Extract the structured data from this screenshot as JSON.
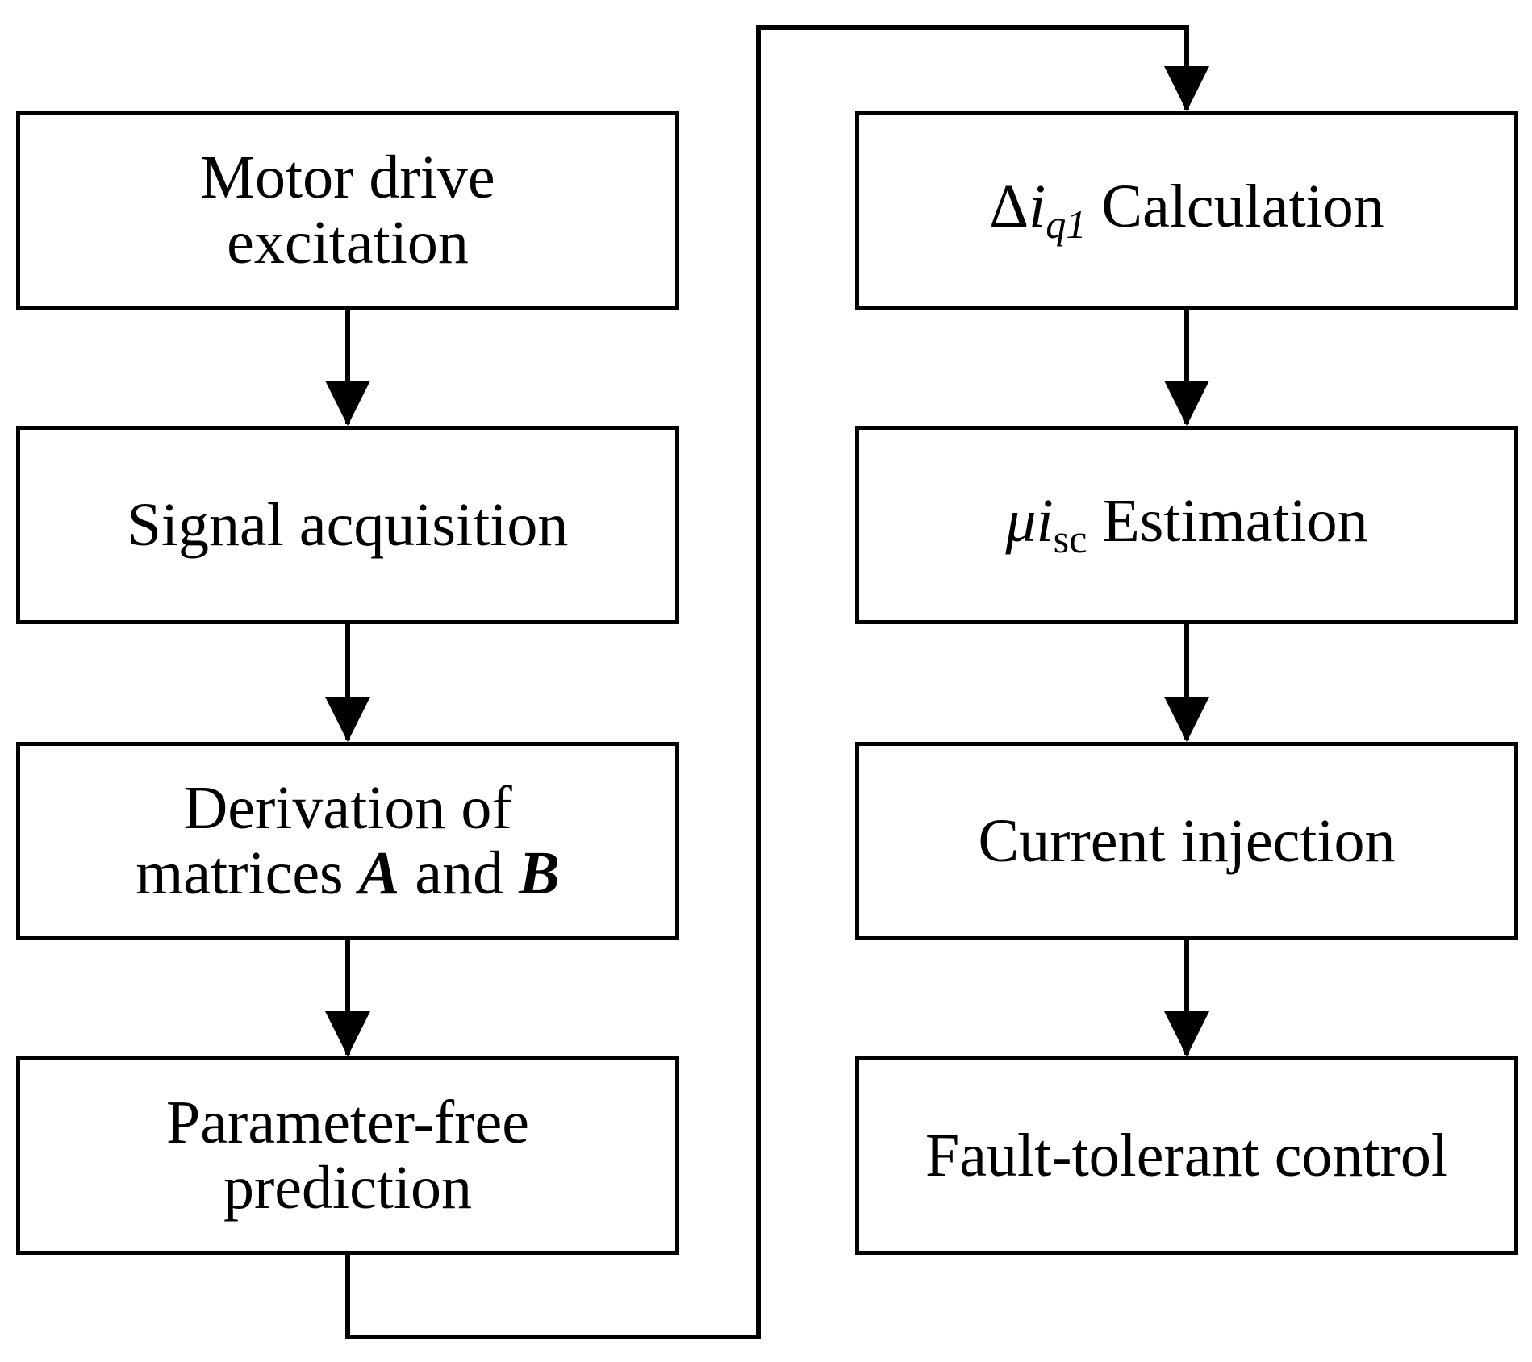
{
  "steps": {
    "motor_drive_line1": "Motor drive",
    "motor_drive_line2": "excitation",
    "signal_acquisition": "Signal acquisition",
    "derivation_line1": "Derivation of",
    "derivation_pre": "matrices ",
    "matrix_a": "A",
    "derivation_mid": " and ",
    "matrix_b": "B",
    "prediction_line1": "Parameter-free",
    "prediction_line2": "prediction",
    "delta_symbol": "Δ",
    "delta_var": "i",
    "delta_sub": "q1",
    "delta_text": " Calculation",
    "mu_var": "μi",
    "mu_sub": "sc",
    "mu_text": " Estimation",
    "current_injection": "Current injection",
    "fault_tolerant": "Fault-tolerant control"
  },
  "colors": {
    "stroke": "#000000",
    "background": "#ffffff"
  }
}
